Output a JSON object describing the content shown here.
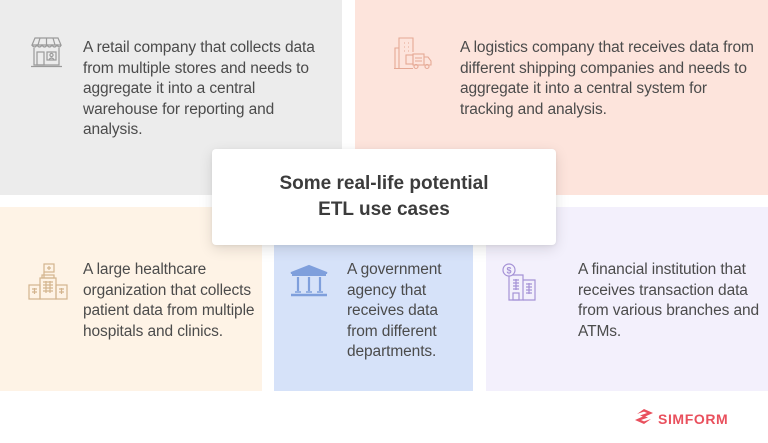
{
  "title": {
    "line1": "Some real-life potential",
    "line2": "ETL use cases"
  },
  "use_cases": [
    {
      "id": "retail",
      "icon": "storefront-icon",
      "color": "#ececec",
      "icon_color": "#9a9a9a",
      "text": "A retail company that collects data from multiple stores and needs to aggregate it into a central warehouse for reporting and analysis."
    },
    {
      "id": "logistics",
      "icon": "building-truck-icon",
      "color": "#fde4dc",
      "icon_color": "#e5a995",
      "text": "A logistics company that receives data from different shipping companies and needs to aggregate it into a central system for tracking and analysis."
    },
    {
      "id": "healthcare",
      "icon": "hospital-icon",
      "color": "#fef3e6",
      "icon_color": "#d3b48e",
      "text": "A large healthcare organization that collects patient data from multiple hospitals and clinics."
    },
    {
      "id": "government",
      "icon": "government-building-icon",
      "color": "#d6e2f9",
      "icon_color": "#7f9fdc",
      "text": "A government agency that receives data from different departments."
    },
    {
      "id": "financial",
      "icon": "bank-building-dollar-icon",
      "color": "#f3f0fc",
      "icon_color": "#a592d6",
      "text": "A financial institution that receives transaction data from various branches and ATMs."
    }
  ],
  "brand": {
    "name": "SIMFORM",
    "color": "#e9505d"
  }
}
